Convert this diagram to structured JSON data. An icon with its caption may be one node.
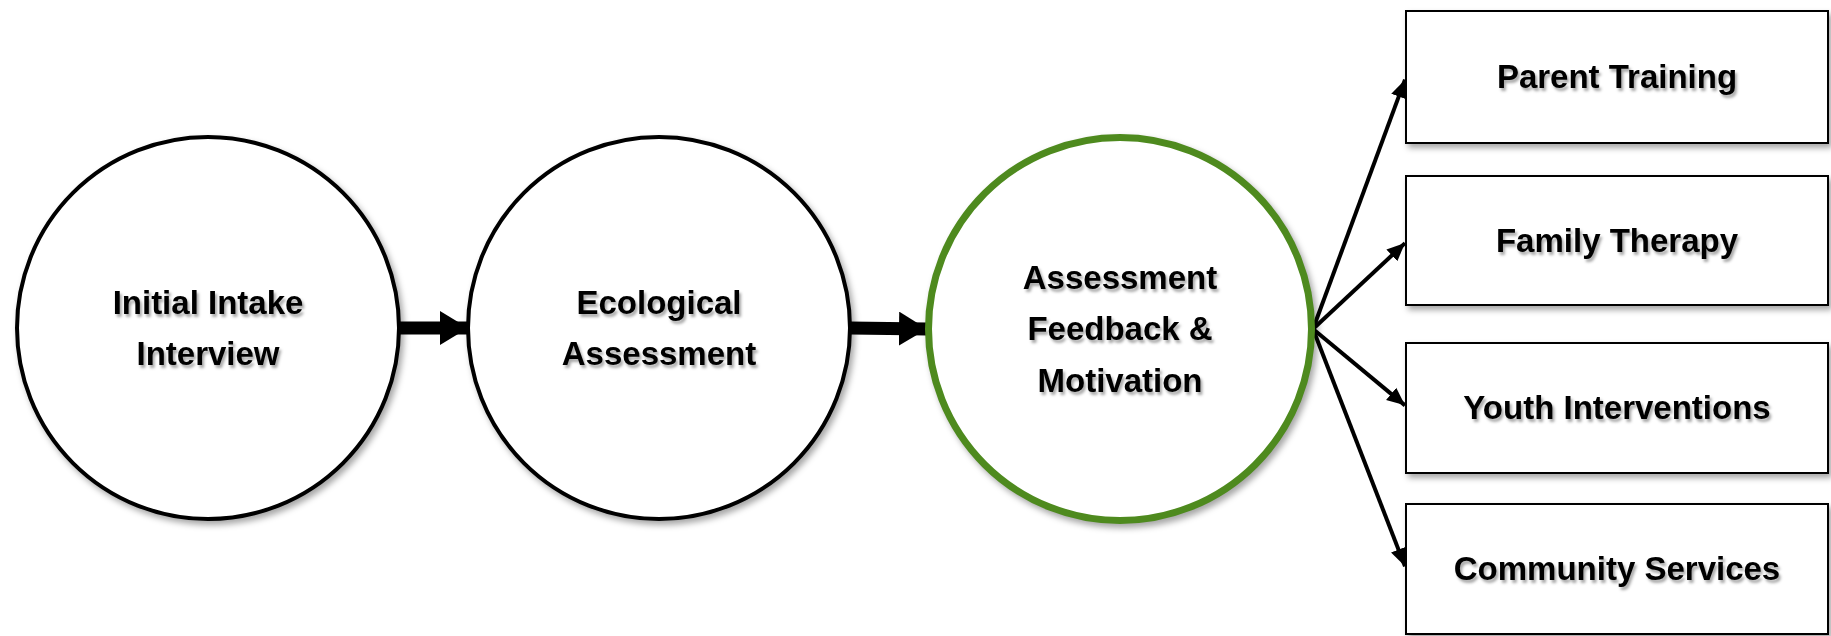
{
  "diagram": {
    "nodes": [
      {
        "text": [
          "Initial Intake Interview"
        ]
      },
      {
        "text": [
          "Ecological Assessment"
        ]
      },
      {
        "text": [
          "Assessment Feedback & Motivation"
        ]
      },
      {
        "text": [
          "Parent Training"
        ]
      },
      {
        "text": [
          "Family Therapy"
        ]
      },
      {
        "text": [
          "Youth Interventions"
        ]
      },
      {
        "text": [
          "Community Services"
        ]
      }
    ],
    "edges": [
      {
        "from": 0,
        "to": 1,
        "arrow": "to",
        "style": "thick"
      },
      {
        "from": 1,
        "to": 2,
        "arrow": "to",
        "style": "thick"
      },
      {
        "from": 2,
        "to": 3,
        "arrow": "to"
      },
      {
        "from": 2,
        "to": 4,
        "arrow": "to"
      },
      {
        "from": 2,
        "to": 5,
        "arrow": "to"
      },
      {
        "from": 2,
        "to": 6,
        "arrow": "to"
      }
    ]
  }
}
